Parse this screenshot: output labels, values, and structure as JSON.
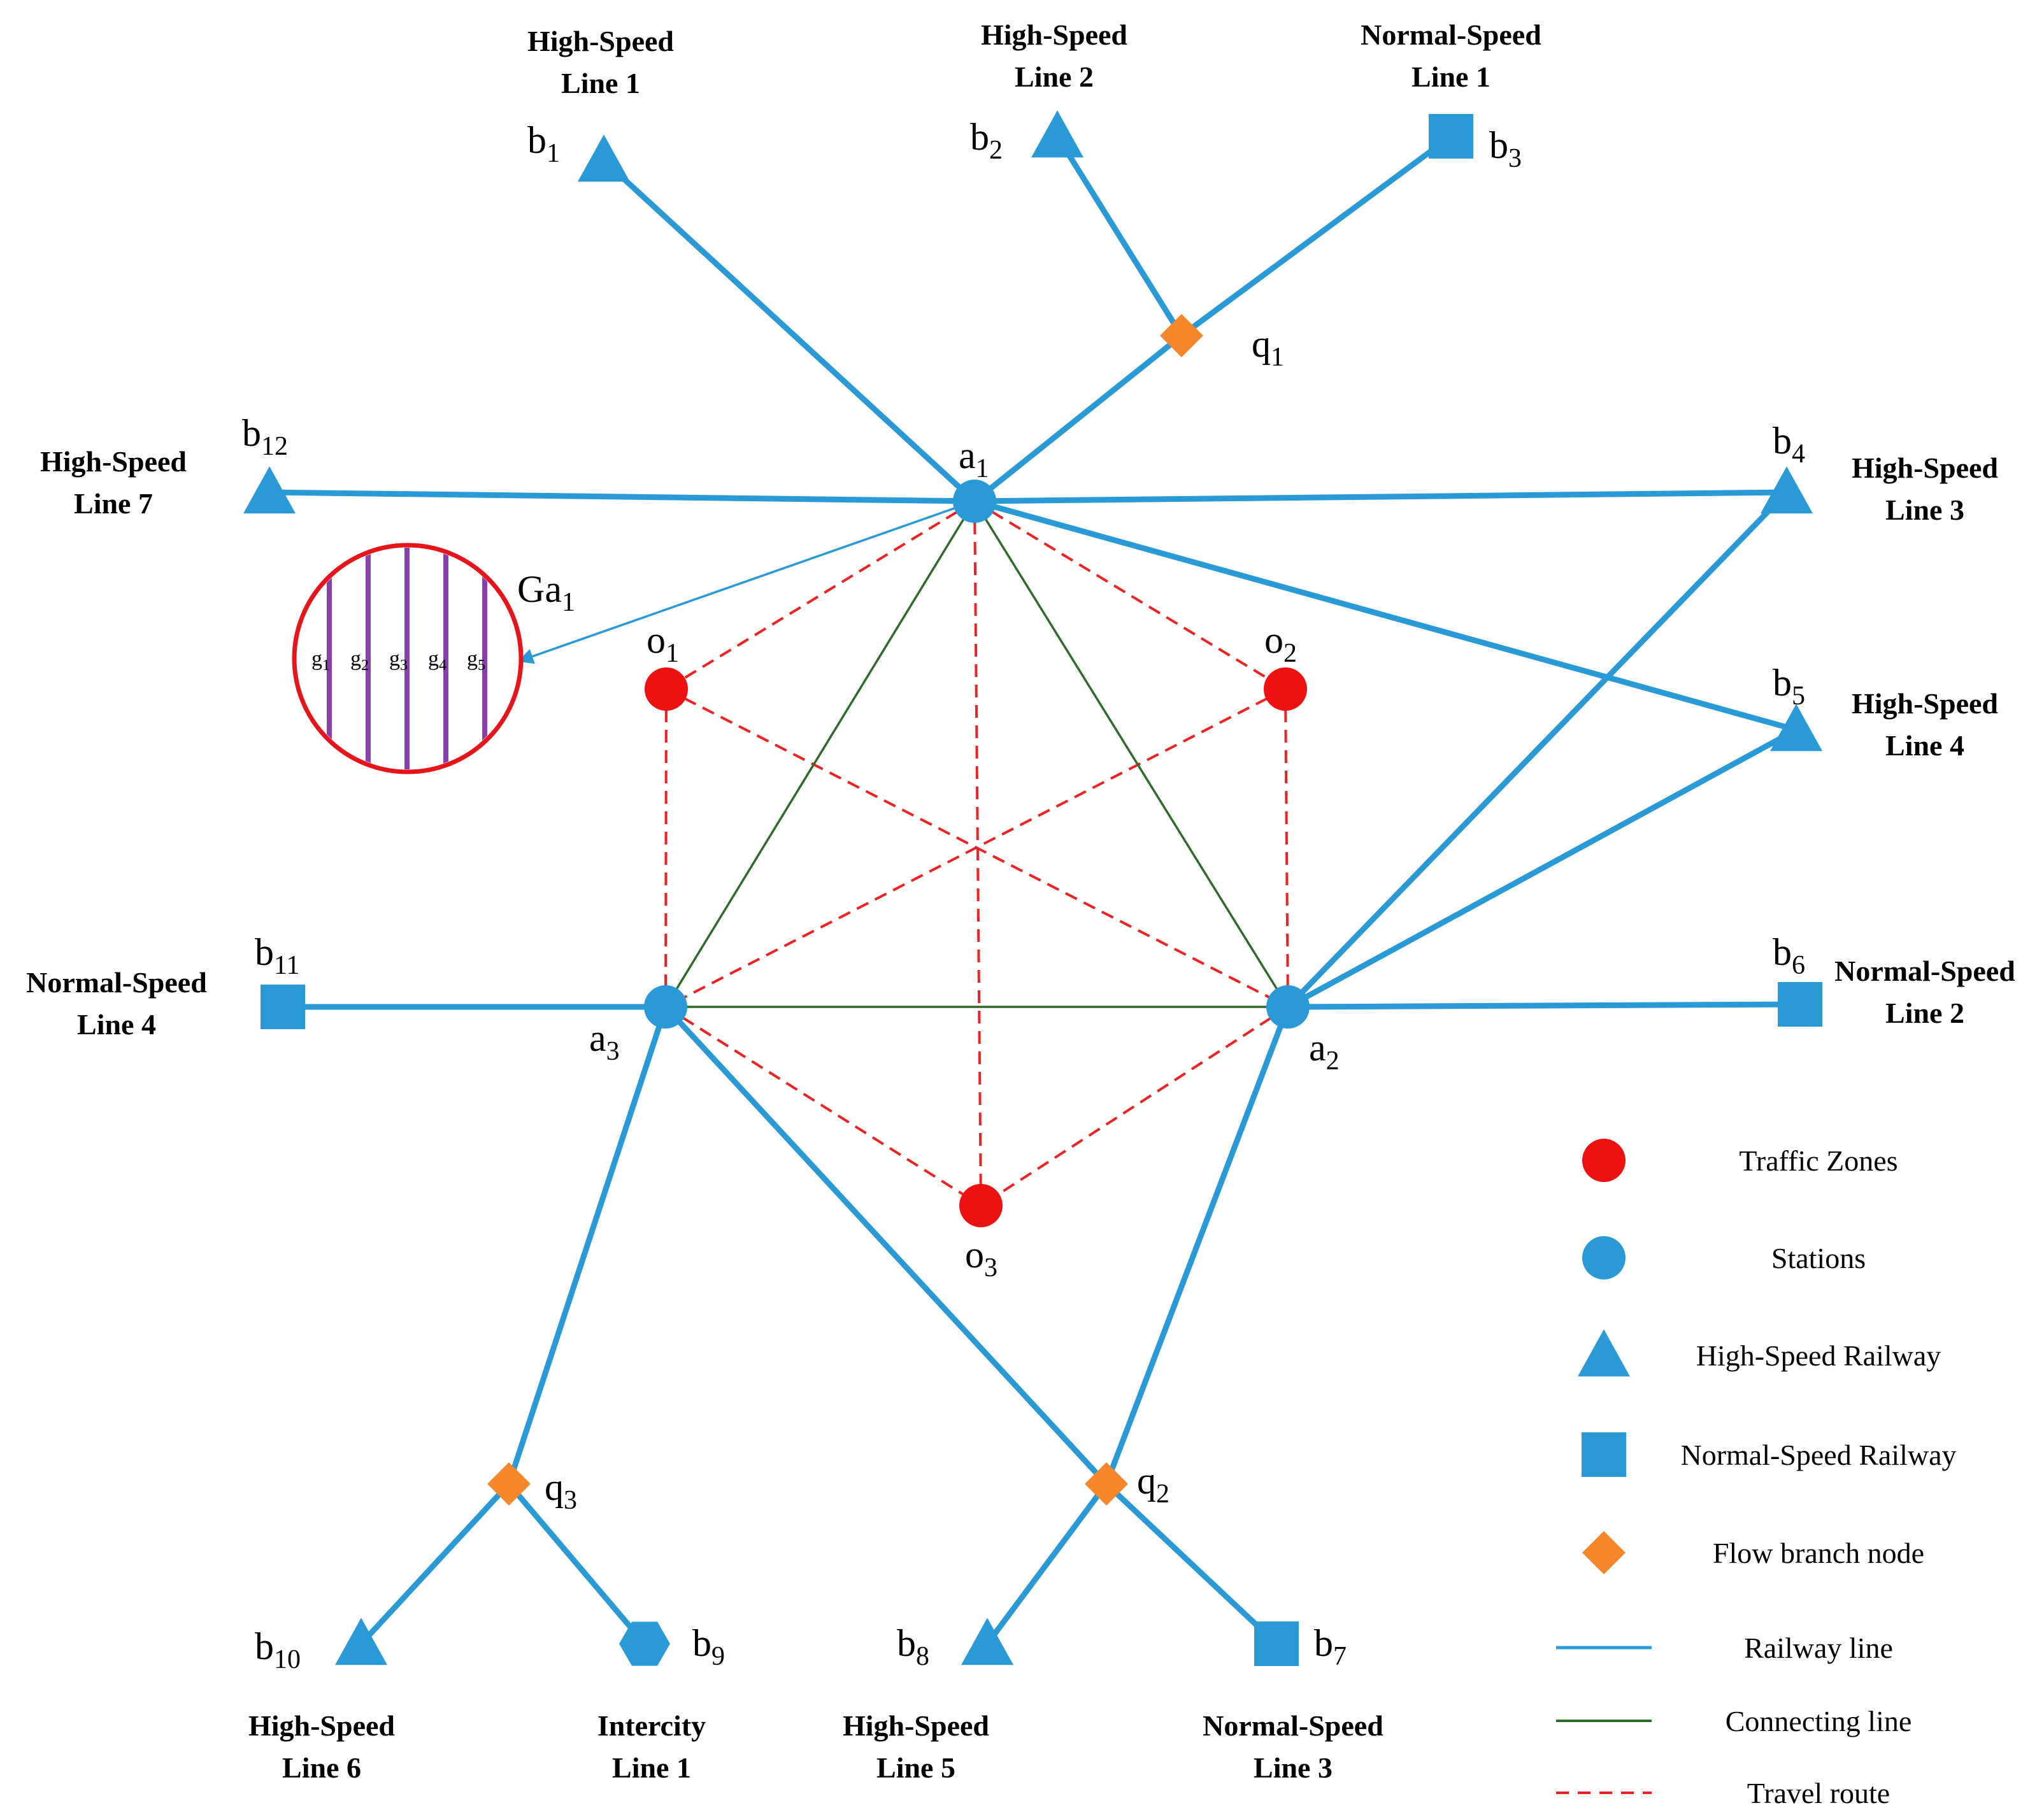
{
  "colors": {
    "railway": "#2a9ad6",
    "connecting": "#2e6b2a",
    "travel": "#ee2222",
    "zone": "#ee1111",
    "branch": "#f5862a",
    "ring": "#e8141a",
    "stripes": "#8a3fb0"
  },
  "nodes": {
    "a1": {
      "base": "a",
      "sub": "1"
    },
    "a2": {
      "base": "a",
      "sub": "2"
    },
    "a3": {
      "base": "a",
      "sub": "3"
    },
    "o1": {
      "base": "o",
      "sub": "1"
    },
    "o2": {
      "base": "o",
      "sub": "2"
    },
    "o3": {
      "base": "o",
      "sub": "3"
    },
    "q1": {
      "base": "q",
      "sub": "1"
    },
    "q2": {
      "base": "q",
      "sub": "2"
    },
    "q3": {
      "base": "q",
      "sub": "3"
    },
    "b1": {
      "base": "b",
      "sub": "1"
    },
    "b2": {
      "base": "b",
      "sub": "2"
    },
    "b3": {
      "base": "b",
      "sub": "3"
    },
    "b4": {
      "base": "b",
      "sub": "4"
    },
    "b5": {
      "base": "b",
      "sub": "5"
    },
    "b6": {
      "base": "b",
      "sub": "6"
    },
    "b7": {
      "base": "b",
      "sub": "7"
    },
    "b8": {
      "base": "b",
      "sub": "8"
    },
    "b9": {
      "base": "b",
      "sub": "9"
    },
    "b10": {
      "base": "b",
      "sub": "10"
    },
    "b11": {
      "base": "b",
      "sub": "11"
    },
    "b12": {
      "base": "b",
      "sub": "12"
    }
  },
  "line_titles": {
    "b1": [
      "High-Speed",
      "Line 1"
    ],
    "b2": [
      "High-Speed",
      "Line 2"
    ],
    "b3": [
      "Normal-Speed",
      "Line 1"
    ],
    "b4": [
      "High-Speed",
      "Line 3"
    ],
    "b5": [
      "High-Speed",
      "Line 4"
    ],
    "b6": [
      "Normal-Speed",
      "Line 2"
    ],
    "b7": [
      "Normal-Speed",
      "Line 3"
    ],
    "b8": [
      "High-Speed",
      "Line 5"
    ],
    "b9": [
      "Intercity",
      "Line 1"
    ],
    "b10": [
      "High-Speed",
      "Line 6"
    ],
    "b11": [
      "Normal-Speed",
      "Line 4"
    ],
    "b12": [
      "High-Speed",
      "Line 7"
    ]
  },
  "gate": {
    "base": "Ga",
    "sub": "1",
    "channels": [
      {
        "base": "g",
        "sub": "1"
      },
      {
        "base": "g",
        "sub": "2"
      },
      {
        "base": "g",
        "sub": "3"
      },
      {
        "base": "g",
        "sub": "4"
      },
      {
        "base": "g",
        "sub": "5"
      }
    ]
  },
  "legend": [
    {
      "label": "Traffic Zones",
      "symbol": "zone"
    },
    {
      "label": "Stations",
      "symbol": "station"
    },
    {
      "label": "High-Speed Railway",
      "symbol": "triangle"
    },
    {
      "label": "Normal-Speed Railway",
      "symbol": "square"
    },
    {
      "label": "Flow branch node",
      "symbol": "diamond"
    },
    {
      "label": "Railway line",
      "symbol": "railway-line"
    },
    {
      "label": "Connecting line",
      "symbol": "connecting-line"
    },
    {
      "label": "Travel route",
      "symbol": "travel-line"
    }
  ]
}
